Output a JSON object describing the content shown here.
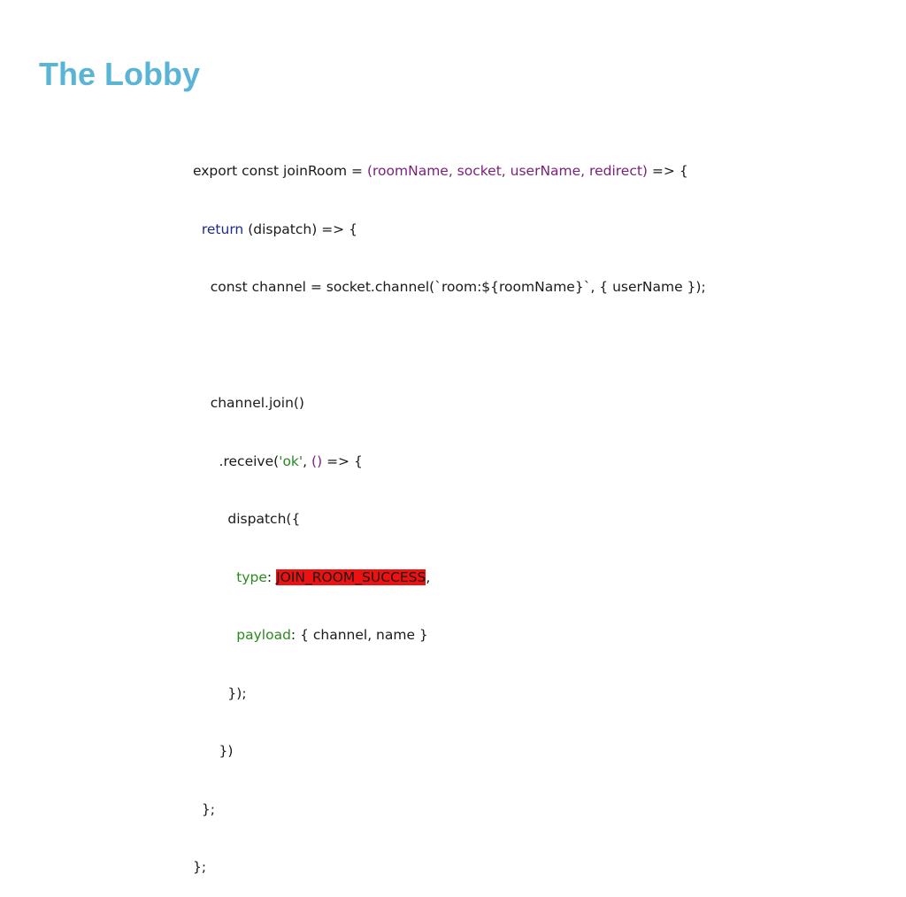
{
  "slide": {
    "title": "The Lobby"
  },
  "code": {
    "line1": {
      "a": "export const joinRoom = ",
      "params": "(roomName, socket, userName, redirect)",
      "b": " => {"
    },
    "line2": {
      "indent": "  ",
      "kw": "return",
      "rest": " (dispatch) => {"
    },
    "line3": {
      "text": "    const channel = socket.channel(`room:${roomName}`, { userName });"
    },
    "line4": {
      "text": ""
    },
    "line5": {
      "text": "    channel.join()"
    },
    "line6": {
      "a": "      .receive(",
      "str": "'ok'",
      "b": ", ",
      "params": "()",
      "c": " => {"
    },
    "line7": {
      "text": "        dispatch({"
    },
    "line8": {
      "indent": "          ",
      "key": "type",
      "colon": ": ",
      "value": "JOIN_ROOM_SUCCESS",
      "comma": ","
    },
    "line9": {
      "indent": "          ",
      "key": "payload",
      "rest": ": { channel, name }"
    },
    "line10": {
      "text": "        });"
    },
    "line11": {
      "text": "      })"
    },
    "line12": {
      "text": "  };"
    },
    "line13": {
      "text": "};"
    }
  },
  "colors": {
    "title": "#5ab4d6",
    "keyword_return": "#1f2a8c",
    "params": "#7a1f7a",
    "string_and_keys": "#2a8a1f",
    "highlight": "#ee1111"
  }
}
